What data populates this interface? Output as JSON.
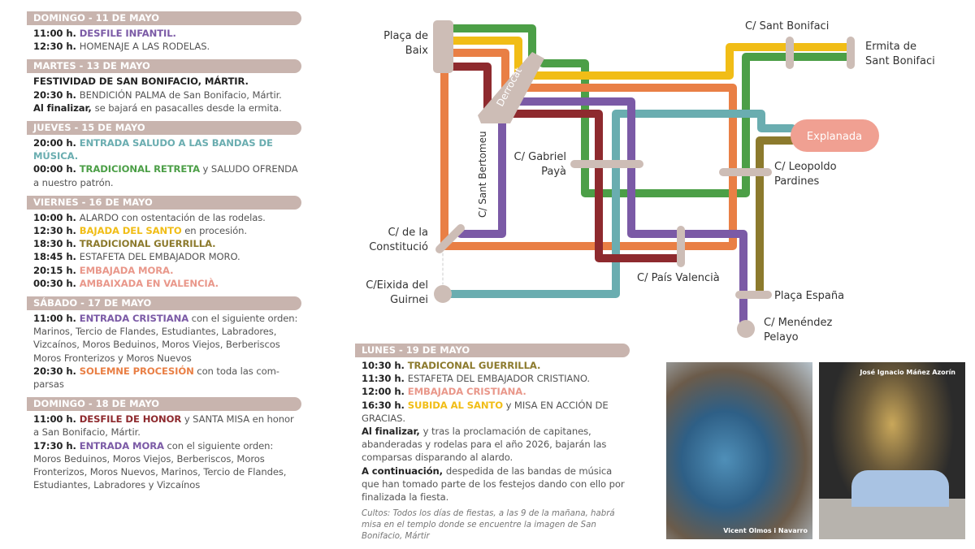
{
  "colors": {
    "purple": "#7b5aa6",
    "teal": "#6aadb0",
    "green": "#4c9f47",
    "yellow": "#f1bd16",
    "olive": "#8c7a2d",
    "pink": "#e9978a",
    "orange": "#e97f45",
    "darkred": "#8e2a2e",
    "station": "#cdbdb6",
    "explanada": "#f0a092"
  },
  "schedule": [
    {
      "header": "DOMINGO - 11 DE MAYO",
      "entries": [
        [
          {
            "t": "11:00 h. ",
            "s": "b"
          },
          {
            "t": "DESFILE INFANTIL.",
            "c": "purple"
          }
        ],
        [
          {
            "t": "12:30 h. ",
            "s": "b"
          },
          {
            "t": "HOMENAJE A LAS RODELAS."
          }
        ]
      ]
    },
    {
      "header": "MARTES - 13 DE MAYO",
      "entries": [
        [
          {
            "t": "FESTIVIDAD DE SAN BONIFACIO, MÁRTIR.",
            "s": "b"
          }
        ],
        [
          {
            "t": "20:30 h. ",
            "s": "b"
          },
          {
            "t": "BENDICIÓN PALMA de San Bonifacio, Mártir."
          }
        ],
        [
          {
            "t": "Al finalizar, ",
            "s": "b"
          },
          {
            "t": "se bajará en pasacalles desde la ermita."
          }
        ]
      ]
    },
    {
      "header": "JUEVES - 15 DE MAYO",
      "entries": [
        [
          {
            "t": "20:00 h. ",
            "s": "b"
          },
          {
            "t": "ENTRADA SALUDO A LAS BANDAS DE MÚSICA.",
            "c": "teal"
          }
        ],
        [
          {
            "t": "00:00 h. ",
            "s": "b"
          },
          {
            "t": "TRADICIONAL RETRETA",
            "c": "green"
          },
          {
            "t": " y SALUDO OFRENDA a nuestro patrón."
          }
        ]
      ]
    },
    {
      "header": "VIERNES - 16 DE MAYO",
      "entries": [
        [
          {
            "t": "10:00 h. ",
            "s": "b"
          },
          {
            "t": "ALARDO con ostentación de las rodelas."
          }
        ],
        [
          {
            "t": "12:30 h. ",
            "s": "b"
          },
          {
            "t": "BAJADA DEL SANTO",
            "c": "yellow"
          },
          {
            "t": " en procesión."
          }
        ],
        [
          {
            "t": "18:30 h. ",
            "s": "b"
          },
          {
            "t": "TRADICIONAL GUERRILLA.",
            "c": "olive"
          }
        ],
        [
          {
            "t": "18:45 h. ",
            "s": "b"
          },
          {
            "t": "ESTAFETA DEL EMBAJADOR MORO."
          }
        ],
        [
          {
            "t": "20:15 h. ",
            "s": "b"
          },
          {
            "t": "EMBAJADA MORA.",
            "c": "pink"
          }
        ],
        [
          {
            "t": "00:30 h. ",
            "s": "b"
          },
          {
            "t": "AMBAIXADA EN VALENCIÀ.",
            "c": "pink"
          }
        ]
      ]
    },
    {
      "header": "SÁBADO - 17 DE MAYO",
      "entries": [
        [
          {
            "t": "11:00 h. ",
            "s": "b"
          },
          {
            "t": "ENTRADA CRISTIANA",
            "c": "purple"
          },
          {
            "t": " con el siguiente orden: Marinos, Tercio de Flandes, Estudiantes, Labradores, Vizcaínos, Moros Beduinos, Moros Viejos, Berberiscos Moros Fronterizos y Moros Nuevos"
          }
        ],
        [
          {
            "t": "20:30 h. ",
            "s": "b"
          },
          {
            "t": "SOLEMNE PROCESIÓN",
            "c": "orange"
          },
          {
            "t": " con toda las com-parsas"
          }
        ]
      ]
    },
    {
      "header": "DOMINGO - 18 DE MAYO",
      "entries": [
        [
          {
            "t": "11:00 h. ",
            "s": "b"
          },
          {
            "t": "DESFILE DE HONOR",
            "c": "darkred"
          },
          {
            "t": " y SANTA MISA  en honor a San Bonifacio, Mártir."
          }
        ],
        [
          {
            "t": "17:30 h. ",
            "s": "b"
          },
          {
            "t": "ENTRADA MORA",
            "c": "purple"
          },
          {
            "t": " con el siguiente orden: Moros Beduinos, Moros Viejos, Berberiscos, Moros Fronterizos, Moros Nuevos, Marinos, Tercio de Flandes, Estudiantes, Labradores y Vizcaínos"
          }
        ]
      ]
    }
  ],
  "lunes": {
    "header": "LUNES - 19 DE MAYO",
    "entries": [
      [
        {
          "t": "10:30 h. ",
          "s": "b"
        },
        {
          "t": "TRADICONAL GUERRILLA.",
          "c": "olive"
        }
      ],
      [
        {
          "t": "11:30 h. ",
          "s": "b"
        },
        {
          "t": "ESTAFETA DEL EMBAJADOR CRISTIANO."
        }
      ],
      [
        {
          "t": "12:00 h. ",
          "s": "b"
        },
        {
          "t": "EMBAJADA CRISTIANA.",
          "c": "pink"
        }
      ],
      [
        {
          "t": "16:30 h. ",
          "s": "b"
        },
        {
          "t": "SUBIDA AL SANTO",
          "c": "yellow"
        },
        {
          "t": " y MISA EN ACCIÓN DE GRACIAS."
        }
      ],
      [
        {
          "t": "Al finalizar, ",
          "s": "b"
        },
        {
          "t": "y tras la proclamación de capitanes, abanderadas y rodelas para el año 2026, bajarán las comparsas disparando al alardo."
        }
      ],
      [
        {
          "t": "A continuación, ",
          "s": "b"
        },
        {
          "t": "despedida de las bandas de música que han tomado parte de los festejos dando con ello por finalizada la fiesta."
        }
      ]
    ],
    "note": "Cultos: Todos los días de fiestas, a las 9 de la mañana, habrá misa en el templo donde se encuentre la imagen de San Bonifacio, Mártir"
  },
  "map": {
    "stops": {
      "placa_baix": [
        "Plaça de",
        "Baix"
      ],
      "derrocat": "Derrocat",
      "sant_bertomeu": "C/ Sant Bertomeu",
      "gabriel_paya": [
        "C/ Gabriel",
        "Payà"
      ],
      "constitucio": [
        "C/ de la",
        "Constitució"
      ],
      "guirnei": [
        "C/Eixida del",
        "Guirnei"
      ],
      "pais_valencia": "C/ País Valencià",
      "sant_bonifaci": "C/ Sant Bonifaci",
      "ermita": [
        "Ermita de",
        "Sant Bonifaci"
      ],
      "explanada": "Explanada",
      "leopoldo": [
        "C/ Leopoldo",
        "Pardines"
      ],
      "placa_espana": "Plaça España",
      "menendez": [
        "C/ Menéndez",
        "Pelayo"
      ]
    }
  },
  "photos": {
    "left_credit": "Vicent Olmos i Navarro",
    "right_credit": "José Ignacio Máñez Azorín"
  }
}
